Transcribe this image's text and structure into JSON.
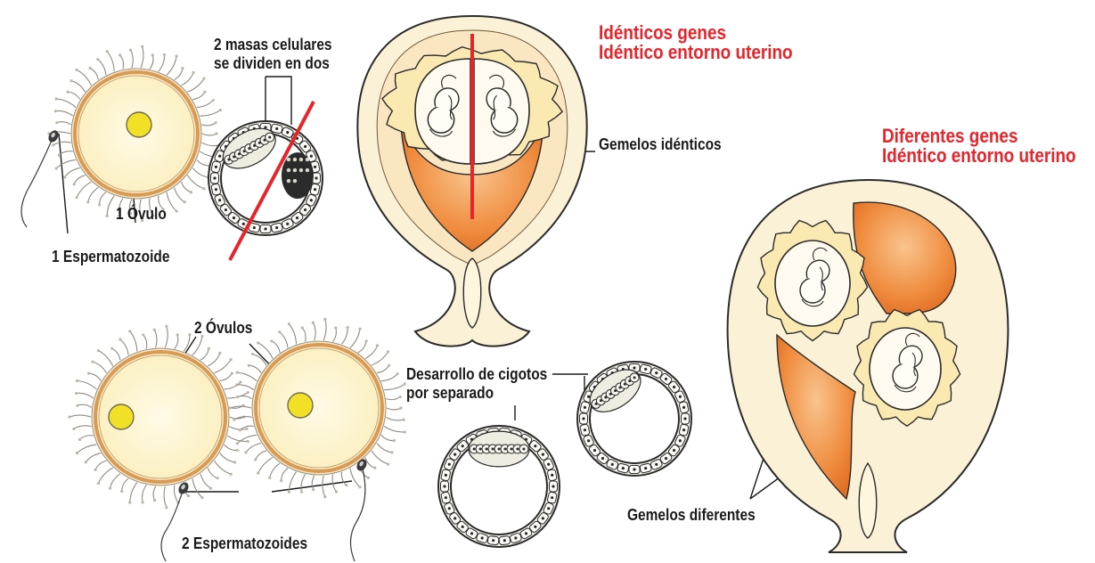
{
  "colors": {
    "highlight": "#e8242b",
    "ink": "#1a1a1a",
    "egg_fill": "#fdf3c8",
    "egg_ring": "#d99a52",
    "nucleus": "#f2e026",
    "uterus_fill": "#fbf1d6",
    "uterus_inner": "#fae7c2",
    "placenta": "#ef8a3c",
    "placenta_light": "#f7b977",
    "red_line": "#e8242b"
  },
  "labels": {
    "identical_headline_1": "Idénticos genes",
    "identical_headline_2": "Idéntico entorno uterino",
    "different_headline_1": "Diferentes genes",
    "different_headline_2": "Idéntico entorno uterino",
    "cell_mass_1": "2 masas celulares",
    "cell_mass_2": "se dividen en dos",
    "one_ovum": "1 Óvulo",
    "one_sperm": "1 Espermatozoide",
    "identical_twins": "Gemelos idénticos",
    "two_ova": "2 Óvulos",
    "separate_dev_1": "Desarrollo de cigotos",
    "separate_dev_2": "por separado",
    "two_sperm": "2 Espermatozoides",
    "different_twins": "Gemelos diferentes"
  },
  "icons": [
    "ovum-icon",
    "sperm-icon",
    "blastocyst-icon",
    "uterus-icon",
    "fetus-icon"
  ]
}
